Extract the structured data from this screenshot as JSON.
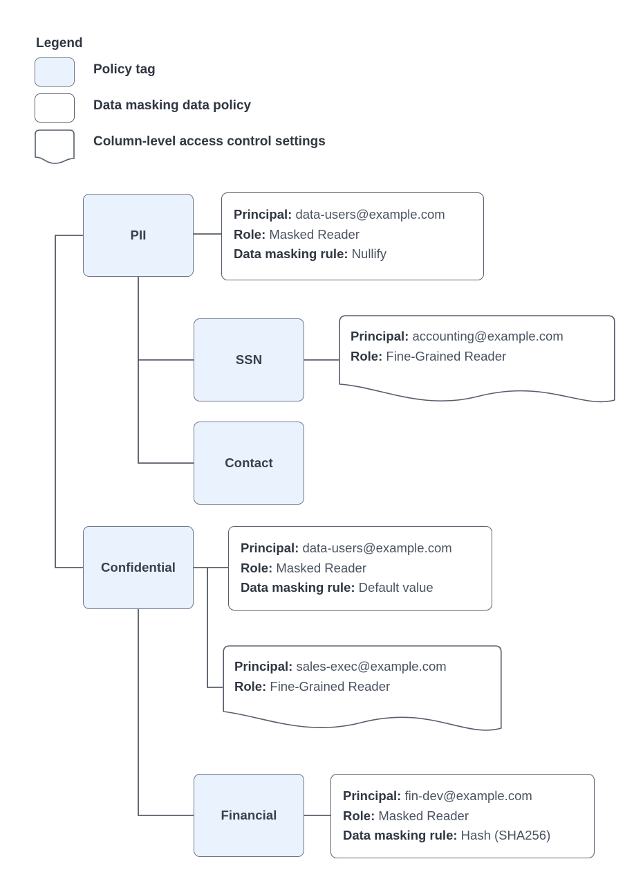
{
  "legend": {
    "title": "Legend",
    "items": [
      {
        "shape": "policy-tag-swatch",
        "label": "Policy tag"
      },
      {
        "shape": "data-masking-policy-swatch",
        "label": "Data masking data policy"
      },
      {
        "shape": "column-level-access-swatch",
        "label": "Column-level access control settings"
      }
    ]
  },
  "labels": {
    "principal": "Principal:",
    "role": "Role:",
    "masking_rule": "Data masking rule:"
  },
  "colors": {
    "policy_tag_fill": "#eaf2fd",
    "stroke": "#565e6c",
    "text": "#37404d"
  },
  "nodes": {
    "pii": "PII",
    "ssn": "SSN",
    "contact": "Contact",
    "confidential": "Confidential",
    "financial": "Financial"
  },
  "details": {
    "pii": {
      "principal": "data-users@example.com",
      "role": "Masked Reader",
      "masking_rule": "Nullify"
    },
    "ssn": {
      "principal": "accounting@example.com",
      "role": "Fine-Grained Reader"
    },
    "confidential": {
      "principal": "data-users@example.com",
      "role": "Masked Reader",
      "masking_rule": "Default value"
    },
    "confidential_sales": {
      "principal": "sales-exec@example.com",
      "role": "Fine-Grained Reader"
    },
    "financial": {
      "principal": "fin-dev@example.com",
      "role": "Masked Reader",
      "masking_rule": "Hash (SHA256)"
    }
  }
}
